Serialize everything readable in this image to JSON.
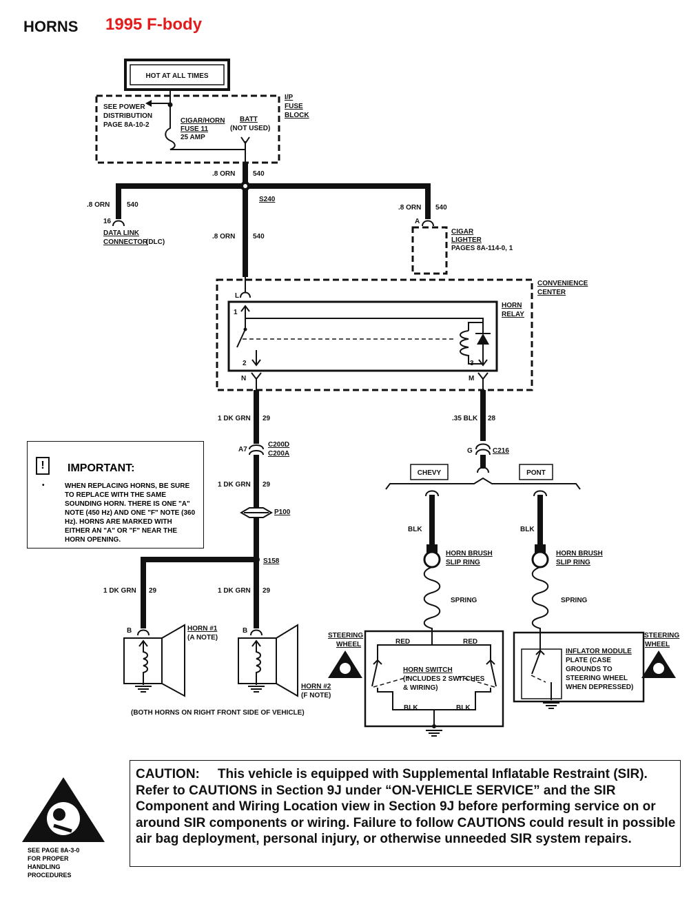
{
  "header": {
    "title": "HORNS",
    "subtitle": "1995 F-body"
  },
  "colors": {
    "subtitle": "#e31b1b",
    "ink": "#111111"
  },
  "diagram": {
    "hot_label": "HOT AT ALL TIMES",
    "fuse_block": {
      "name_lines": [
        "I/P",
        "FUSE",
        "BLOCK"
      ],
      "power_dist_lines": [
        "SEE POWER",
        "DISTRIBUTION",
        "PAGE 8A-10-2"
      ],
      "fuse_lines": [
        "CIGAR/HORN",
        "FUSE 11",
        "25 AMP"
      ],
      "batt_lines": [
        "BATT",
        "(NOT USED)"
      ]
    },
    "wires": {
      "w540_top": {
        "gauge": ".8 ORN",
        "circuit": "540"
      },
      "w540_dlc": {
        "gauge": ".8 ORN",
        "circuit": "540"
      },
      "w540_mid": {
        "gauge": ".8 ORN",
        "circuit": "540"
      },
      "w540_cig": {
        "gauge": ".8 ORN",
        "circuit": "540"
      },
      "w29_top": {
        "gauge": "1 DK GRN",
        "circuit": "29"
      },
      "w29_mid": {
        "gauge": "1 DK GRN",
        "circuit": "29"
      },
      "w29_h1": {
        "gauge": "1 DK GRN",
        "circuit": "29"
      },
      "w29_h2": {
        "gauge": "1 DK GRN",
        "circuit": "29"
      },
      "w28": {
        "gauge": ".35 BLK",
        "circuit": "28"
      },
      "blk_chevy": "BLK",
      "blk_pont": "BLK",
      "red_left": "RED",
      "red_right": "RED",
      "blk_sw_left": "BLK",
      "blk_sw_right": "BLK"
    },
    "splices": {
      "s240": "S240",
      "s158": "S158"
    },
    "dlc": {
      "pin": "16",
      "name_lines": [
        "DATA LINK",
        "CONNECTOR"
      ],
      "suffix": "(DLC)"
    },
    "cigar": {
      "pin": "A",
      "name_lines": [
        "CIGAR",
        "LIGHTER"
      ],
      "pages": "PAGES 8A-114-0, 1"
    },
    "convenience_center": {
      "name_lines": [
        "CONVENIENCE",
        "CENTER"
      ],
      "pin_l": "L",
      "pin_n": "N",
      "pin_m": "M"
    },
    "horn_relay": {
      "name_lines": [
        "HORN",
        "RELAY"
      ],
      "pin1": "1",
      "pin2": "2",
      "pin3": "3"
    },
    "connectors": {
      "a7": "A7",
      "c200d": "C200D",
      "c200a": "C200A",
      "p100": "P100",
      "g": "G",
      "c216": "C216"
    },
    "variants": {
      "chevy": "CHEVY",
      "pont": "PONT"
    },
    "horn1": {
      "pin": "B",
      "name": "HORN #1",
      "note": "(A NOTE)"
    },
    "horn2": {
      "pin": "B",
      "name": "HORN #2",
      "note": "(F NOTE)"
    },
    "horns_note": "(BOTH HORNS ON RIGHT FRONT SIDE OF VEHICLE)",
    "brush_left": {
      "name_lines": [
        "HORN BRUSH",
        "SLIP RING"
      ],
      "spring": "SPRING"
    },
    "brush_right": {
      "name_lines": [
        "HORN BRUSH",
        "SLIP RING"
      ],
      "spring": "SPRING"
    },
    "steering_left": [
      "STEERING",
      "WHEEL"
    ],
    "steering_right": [
      "STEERING",
      "WHEEL"
    ],
    "horn_switch": {
      "name": "HORN SWITCH",
      "detail_lines": [
        "(INCLUDES 2 SWITCHES",
        "& WIRING)"
      ]
    },
    "inflator": {
      "name": "INFLATOR MODULE",
      "detail_lines": [
        "PLATE (CASE",
        "GROUNDS TO",
        "STEERING WHEEL",
        "WHEN DEPRESSED)"
      ]
    }
  },
  "important": {
    "icon": "!",
    "title": "IMPORTANT:",
    "text": "WHEN REPLACING HORNS, BE SURE TO REPLACE WITH THE SAME SOUNDING HORN.  THERE IS ONE \"A\" NOTE (450 Hz) AND ONE \"F\" NOTE (360 Hz).  HORNS ARE MARKED WITH EITHER AN \"A\" OR \"F\" NEAR THE HORN OPENING."
  },
  "caution": {
    "heading": "CAUTION:",
    "text": "This vehicle is equipped with Supplemental Inflatable Restraint (SIR).  Refer to CAUTIONS in Section 9J under “ON-VEHICLE SERVICE” and the SIR Component and Wiring Location view in Section 9J before performing service on or around SIR components or wiring.  Failure to follow CAUTIONS could result in possible air bag deployment, personal injury, or otherwise unneeded SIR system repairs."
  },
  "sir_note_lines": [
    "SEE PAGE 8A-3-0",
    "FOR PROPER",
    "HANDLING",
    "PROCEDURES"
  ]
}
